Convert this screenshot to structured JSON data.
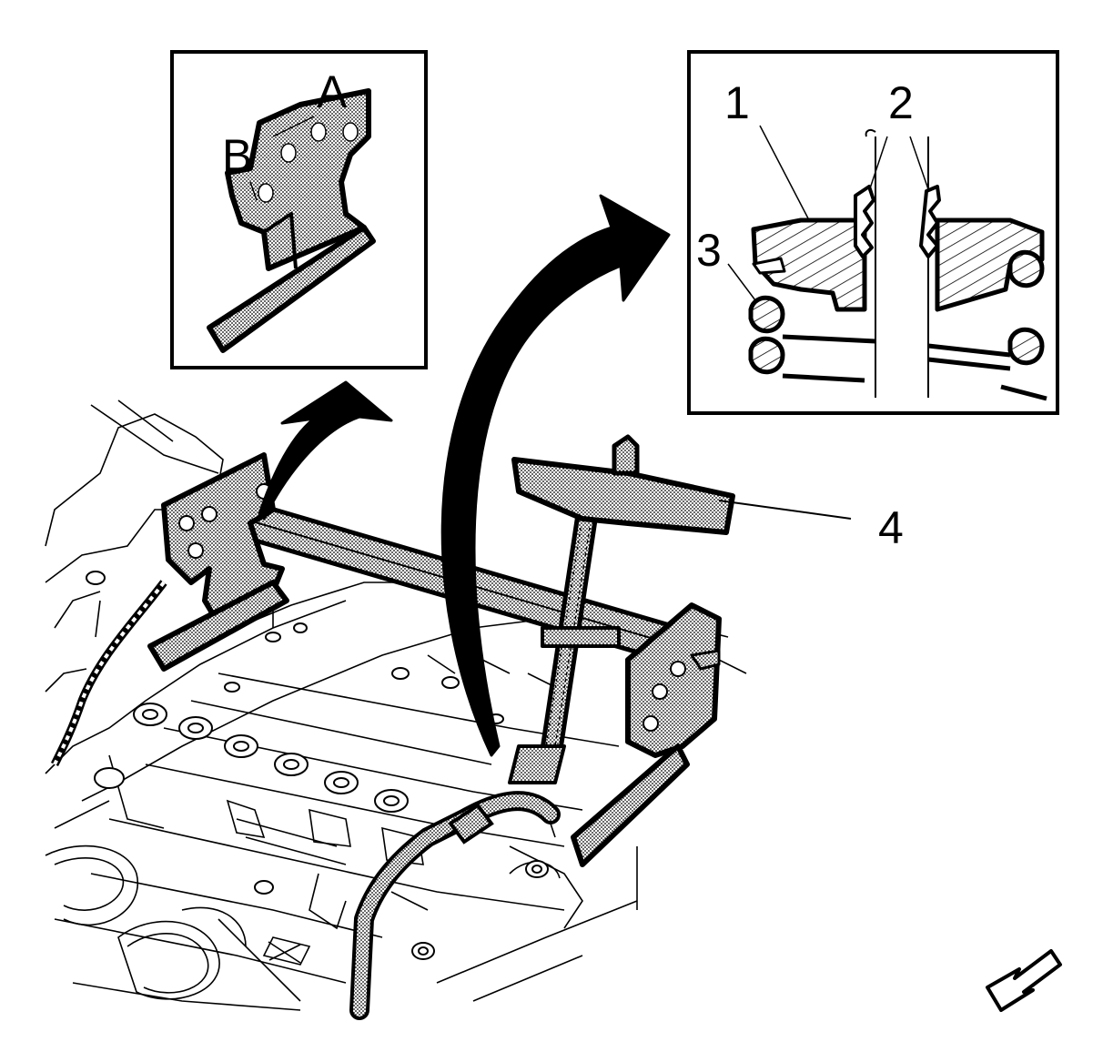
{
  "inset_left": {
    "label_a": "A",
    "label_b": "B"
  },
  "inset_right": {
    "callout_1": "1",
    "callout_2": "2",
    "callout_3": "3"
  },
  "main": {
    "callout_4": "4"
  },
  "icons": {
    "view_direction": "view-direction-arrow-icon"
  },
  "colors": {
    "line": "#000000",
    "background": "#ffffff"
  }
}
